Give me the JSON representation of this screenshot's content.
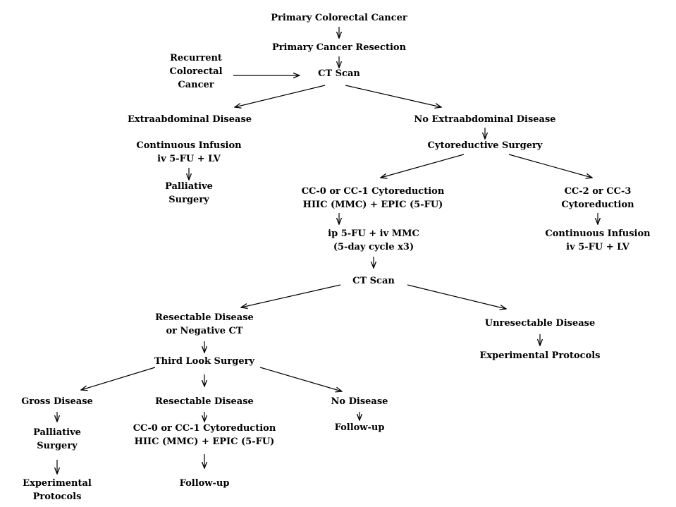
{
  "nodes": {
    "primary_cancer": {
      "lines": [
        "Primary Colorectal Cancer"
      ]
    },
    "primary_resection": {
      "lines": [
        "Primary Cancer Resection"
      ]
    },
    "recurrent": {
      "lines": [
        "Recurrent",
        "Colorectal",
        "Cancer"
      ]
    },
    "ct_scan_1": {
      "lines": [
        "CT Scan"
      ]
    },
    "extraabdominal": {
      "lines": [
        "Extraabdominal Disease"
      ]
    },
    "no_extraabdominal": {
      "lines": [
        "No Extraabdominal Disease"
      ]
    },
    "infusion_left": {
      "lines": [
        "Continuous Infusion",
        "iv 5-FU + LV"
      ]
    },
    "palliative_1": {
      "lines": [
        "Palliative",
        "Surgery"
      ]
    },
    "cytoreductive": {
      "lines": [
        "Cytoreductive Surgery"
      ]
    },
    "cc01_top": {
      "lines": [
        "CC-0 or CC-1 Cytoreduction",
        "HIIC (MMC) + EPIC (5-FU)"
      ]
    },
    "cc23": {
      "lines": [
        "CC-2 or CC-3",
        "Cytoreduction"
      ]
    },
    "ip5fu": {
      "lines": [
        "ip 5-FU + iv MMC",
        "(5-day cycle x3)"
      ]
    },
    "infusion_right": {
      "lines": [
        "Continuous Infusion",
        "iv 5-FU + LV"
      ]
    },
    "ct_scan_2": {
      "lines": [
        "CT Scan"
      ]
    },
    "resectable_neg": {
      "lines": [
        "Resectable Disease",
        "or Negative CT"
      ]
    },
    "unresectable": {
      "lines": [
        "Unresectable Disease"
      ]
    },
    "experimental_right": {
      "lines": [
        "Experimental Protocols"
      ]
    },
    "third_look": {
      "lines": [
        "Third Look Surgery"
      ]
    },
    "gross_disease": {
      "lines": [
        "Gross Disease"
      ]
    },
    "resectable_disease": {
      "lines": [
        "Resectable Disease"
      ]
    },
    "no_disease": {
      "lines": [
        "No Disease"
      ]
    },
    "palliative_2": {
      "lines": [
        "Palliative",
        "Surgery"
      ]
    },
    "cc01_bottom": {
      "lines": [
        "CC-0 or CC-1 Cytoreduction",
        "HIIC (MMC) + EPIC (5-FU)"
      ]
    },
    "followup_right": {
      "lines": [
        "Follow-up"
      ]
    },
    "experimental_left": {
      "lines": [
        "Experimental",
        "Protocols"
      ]
    },
    "followup_mid": {
      "lines": [
        "Follow-up"
      ]
    }
  }
}
